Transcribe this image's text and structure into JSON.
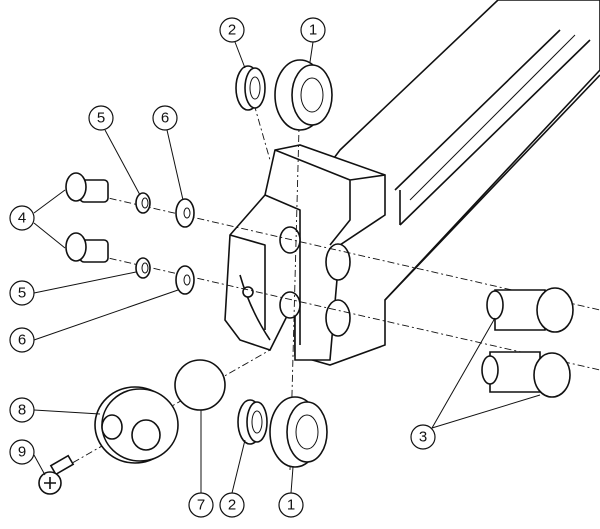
{
  "diagram": {
    "type": "exploded-assembly",
    "callouts": [
      {
        "id": "top-1",
        "label": "1"
      },
      {
        "id": "top-2",
        "label": "2"
      },
      {
        "id": "upper-5",
        "label": "5"
      },
      {
        "id": "upper-6",
        "label": "6"
      },
      {
        "id": "left-4",
        "label": "4"
      },
      {
        "id": "lower-5",
        "label": "5"
      },
      {
        "id": "lower-6",
        "label": "6"
      },
      {
        "id": "left-8",
        "label": "8"
      },
      {
        "id": "left-9",
        "label": "9"
      },
      {
        "id": "bottom-7",
        "label": "7"
      },
      {
        "id": "bottom-2",
        "label": "2"
      },
      {
        "id": "bottom-1",
        "label": "1"
      },
      {
        "id": "right-3",
        "label": "3"
      }
    ]
  }
}
